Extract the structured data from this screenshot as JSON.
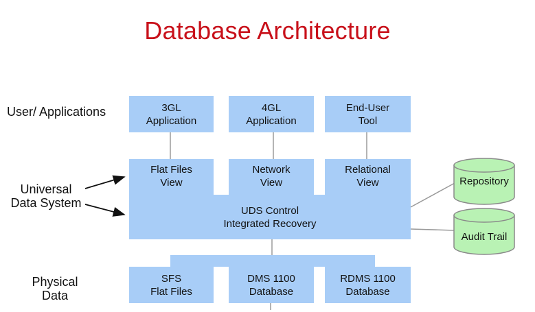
{
  "title": "Database Architecture",
  "row_labels": {
    "user_apps": "User/ Applications",
    "uds": "Universal\nData System",
    "physical": "Physical\nData"
  },
  "apps": {
    "gl3": "3GL\nApplication",
    "gl4": "4GL\nApplication",
    "end_user": "End-User\nTool"
  },
  "views": {
    "flat_files": "Flat Files\nView",
    "network": "Network\nView",
    "relational": "Relational\nView"
  },
  "uds_control": "UDS Control\nIntegrated Recovery",
  "stores": {
    "repository": "Repository",
    "audit_trail": "Audit Trail"
  },
  "physical": {
    "sfs": "SFS\nFlat Files",
    "dms": "DMS 1100\nDatabase",
    "rdms": "RDMS 1100\nDatabase"
  },
  "colors": {
    "box": "#a8cdf7",
    "title": "#c8101a",
    "cylinder": "#b9f2b4",
    "connector": "#9a9a9a"
  }
}
